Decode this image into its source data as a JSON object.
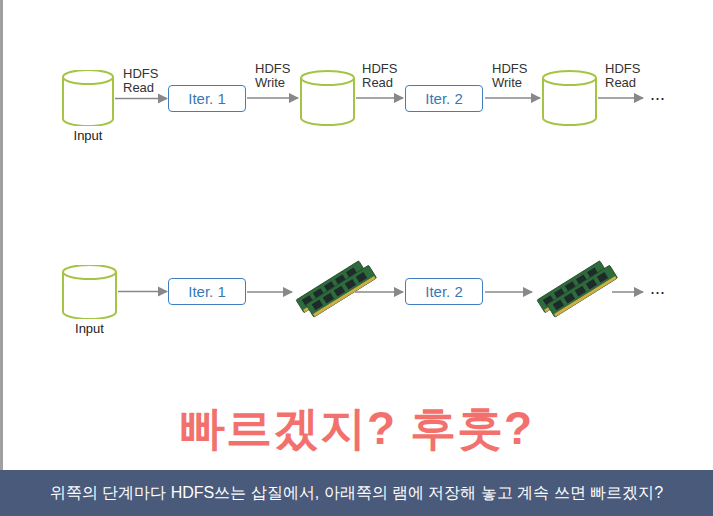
{
  "diagram": {
    "caption": "위쪽의 단계마다 HDFS쓰는 삽질에서, 아래쪽의 램에 저장해 놓고 계속 쓰면 빠르겠지?",
    "nodes": [
      {
        "text": [
          "Input"
        ]
      },
      {
        "text": [
          "Iter. 1"
        ]
      },
      {
        "text": [
          "Iter. 2"
        ]
      },
      {
        "text": [
          "Input"
        ]
      },
      {
        "text": [
          "Iter. 1"
        ]
      },
      {
        "text": [
          "Iter. 2"
        ]
      }
    ],
    "edges": [
      {
        "from": 0,
        "to": 1,
        "label": "HDFS Read",
        "arrow": "to"
      },
      {
        "from": 3,
        "to": 4,
        "arrow": "to"
      }
    ],
    "labels": [
      "HDFS Write",
      "HDFS Read",
      "HDFS Write",
      "HDFS Read",
      "...",
      "...",
      "빠르겠지? 후훗?"
    ]
  }
}
